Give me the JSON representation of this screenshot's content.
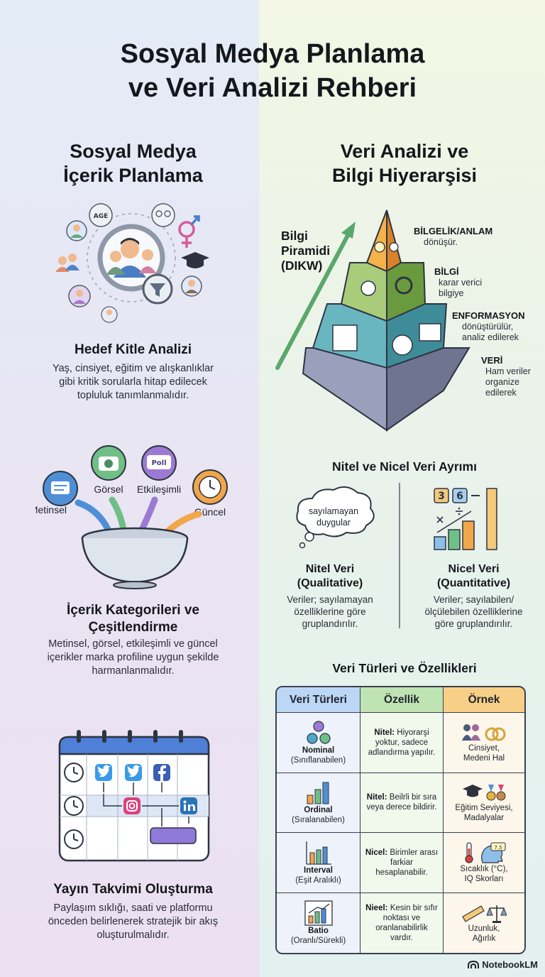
{
  "title_line1": "Sosyal Medya Planlama",
  "title_line2": "ve Veri Analizi Rehberi",
  "left": {
    "heading_line1": "Sosyal Medya",
    "heading_line2": "İçerik Planlama",
    "audience": {
      "age_label": "AGE",
      "title": "Hedef Kitle Analizi",
      "desc": [
        "Yaş, cinsiyet, eğitim ve alışkanlıklar",
        "gibi kritik sorularla hitap edilecek",
        "topluluk tanımlanmalıdır."
      ]
    },
    "categories": {
      "labels": {
        "text": "Metinsel",
        "visual": "Görsel",
        "poll_badge": "Poll",
        "interactive": "Etkileşimli",
        "current": "Güncel"
      },
      "title_line1": "İçerik Kategorileri ve",
      "title_line2": "Çeşitlendirme",
      "desc": [
        "Metinsel, görsel, etkileşimli ve güncel",
        "içerikler marka profiline uygun şekilde",
        "harmanlanmalıdır."
      ]
    },
    "calendar": {
      "title": "Yayın Takvimi Oluşturma",
      "desc": [
        "Paylaşım sıklığı, saati ve platformu",
        "önceden belirlenerek stratejik bir akış",
        "oluşturulmalıdır."
      ]
    }
  },
  "right": {
    "heading_line1": "Veri Analizi ve",
    "heading_line2": "Bilgi Hiyerarşisi",
    "pyramid": {
      "side_label": [
        "Bilgi",
        "Piramidi",
        "(DIKW)"
      ],
      "levels": [
        {
          "name": "BİLGELİK/ANLAM",
          "desc": [
            "dönüşür."
          ]
        },
        {
          "name": "BİLGİ",
          "desc": [
            "karar verici",
            "bilgiye"
          ]
        },
        {
          "name": "ENFORMASYON",
          "desc": [
            "dönüştürülür,",
            "analiz edilerek"
          ]
        },
        {
          "name": "VERİ",
          "desc": [
            "Ham veriler",
            "organize",
            "edilerek"
          ]
        }
      ]
    },
    "qual_quant": {
      "title": "Nitel ve Nicel Veri Ayrımı",
      "cloud_text": [
        "sayılamayan",
        "duygular"
      ],
      "nitel_title": [
        "Nitel Veri",
        "(Qualitative)"
      ],
      "nitel_desc": [
        "Veriler; sayılamayan",
        "özelliklerine göre",
        "gruplandırılır."
      ],
      "nicel_title": [
        "Nicel Veri",
        "(Quantitative)"
      ],
      "nicel_desc": [
        "Veriler; sayılabilen/",
        "ölçülebilen özelliklerine",
        "göre gruplandırılır."
      ],
      "tile_3": "3",
      "tile_6": "6"
    },
    "types": {
      "title": "Veri Türleri ve Özellikleri",
      "headers": [
        "Veri Türleri",
        "Özellik",
        "Örnek"
      ],
      "header_colors": [
        "#bcd6f5",
        "#bfe3b2",
        "#f8cf86"
      ],
      "rows": [
        {
          "type": "Nominal",
          "type_sub": "(Sınıflanabilen)",
          "feat_bold": "Nitel:",
          "feat": " Hiyorarşi yoktur, sadece adlandırma yapılır.",
          "example": [
            "Cinsiyet,",
            "Medeni Hal"
          ]
        },
        {
          "type": "Ordinal",
          "type_sub": "(Sıralanabilen)",
          "feat_bold": "Nitel:",
          "feat": " Beilrli bir sıra veya derece bildirir.",
          "example": [
            "Eğitim Seviyesi,",
            "Madalyalar"
          ]
        },
        {
          "type": "Interval",
          "type_sub": "(Eşit Aralıklı)",
          "feat_bold": "Nicel:",
          "feat": " Birimler arası farkiar hesaplanabilir.",
          "example": [
            "Sıcaklık (°C),",
            "IQ Skorları"
          ]
        },
        {
          "type": "Batio",
          "type_sub": "(Oranlı/Sürekli)",
          "feat_bold": "Nieel:",
          "feat": " Kesin bir sıfır noktası ve oranlanabilirlik vardır.",
          "example": [
            "Uzunluk,",
            "Ağırlık"
          ]
        }
      ],
      "iq_badge": "7.5"
    }
  },
  "brand": "NotebookLM"
}
